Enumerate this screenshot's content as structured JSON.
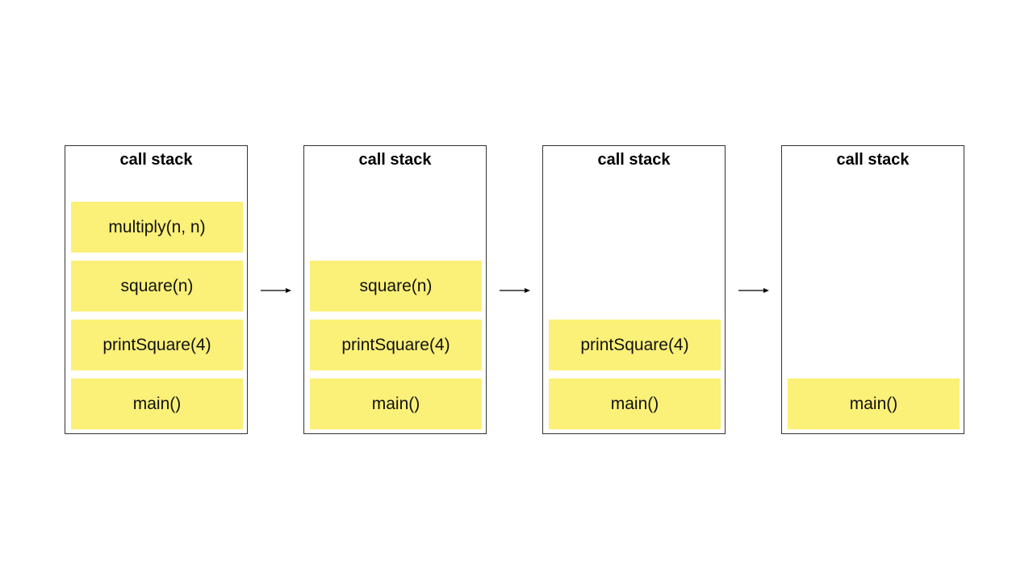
{
  "colors": {
    "frame_fill": "#fbf078",
    "border": "#333333",
    "arrow": "#000000"
  },
  "stacks": [
    {
      "title": "call stack",
      "frames": [
        "multiply(n, n)",
        "square(n)",
        "printSquare(4)",
        "main()"
      ]
    },
    {
      "title": "call stack",
      "frames": [
        "square(n)",
        "printSquare(4)",
        "main()"
      ]
    },
    {
      "title": "call stack",
      "frames": [
        "printSquare(4)",
        "main()"
      ]
    },
    {
      "title": "call stack",
      "frames": [
        "main()"
      ]
    }
  ]
}
